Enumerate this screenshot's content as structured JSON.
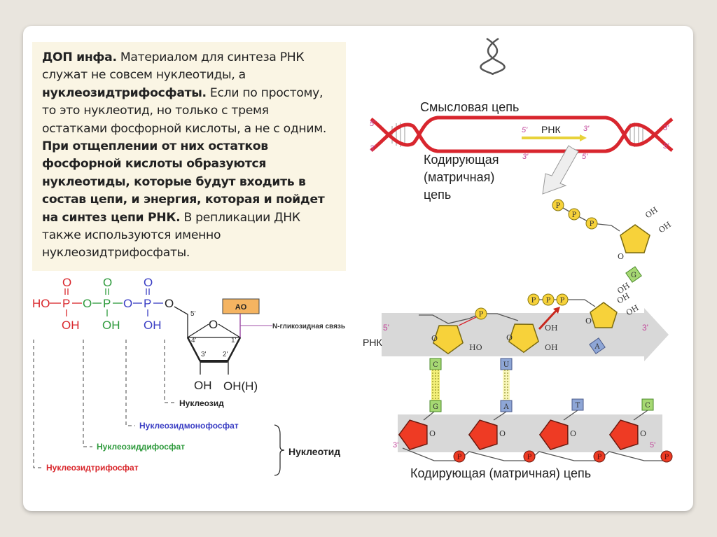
{
  "note": {
    "segments": [
      {
        "text": "ДОП инфа.",
        "bold": true
      },
      {
        "text": " Материалом для синтеза РНК служат не совсем нуклеотиды, а ",
        "bold": false
      },
      {
        "text": "нуклеозидтрифосфаты.",
        "bold": true
      },
      {
        "text": " Если по простому, то это нуклеотид, но только с тремя остатками фосфорной кислоты, а не с одним. ",
        "bold": false
      },
      {
        "text": "При отщеплении от них остатков фосфорной кислоты образуются нуклеотиды, которые будут входить в состав цепи, и энергия, которая и пойдет на синтез цепи РНК.",
        "bold": true
      },
      {
        "text": " В репликации ДНК также используются именно нуклеозидтрифосфаты.",
        "bold": false
      }
    ]
  },
  "chem": {
    "ho": "HO",
    "p": "P",
    "o": "O",
    "oh": "OH",
    "ohh": "OH(H)",
    "base": "AO",
    "c5": "5'",
    "c4": "4'",
    "c3": "3'",
    "c2": "2'",
    "c1": "1'",
    "bond_label": "N-гликозидная связь",
    "labels": {
      "nucleoside": "Нуклеозид",
      "nmp": "Нуклеозидмонофосфат",
      "ndp": "Нуклеозиддифосфат",
      "ntp": "Нуклеозидтрифосфат",
      "nucleotide": "Нуклеотид"
    },
    "colors": {
      "red": "#d9262b",
      "green": "#2e9a3c",
      "blue": "#3a3ec4",
      "base_fill": "#f5b461"
    }
  },
  "transcription": {
    "sense_strand": "Смысловая цепь",
    "template_strand_lines": [
      "Кодирующая",
      "(матричная)",
      "цепь"
    ],
    "rna": "РНК",
    "p5": "5'",
    "p3": "3'",
    "phosphate": "P",
    "oh": "OH",
    "ho": "HO",
    "o": "O",
    "rna_bases": [
      "C",
      "U"
    ],
    "incoming_bases": [
      "G",
      "A"
    ],
    "template_bases": [
      "G",
      "A",
      "T",
      "C"
    ],
    "bottom_caption": "Кодирующая (матричная) цепь",
    "colors": {
      "strand": "#d8262e",
      "sugar_rna": "#f7d23a",
      "sugar_dna": "#ee3b24",
      "base_green": "#a6d873",
      "base_blue": "#8ea6d6",
      "label_pink": "#c2469a"
    }
  }
}
